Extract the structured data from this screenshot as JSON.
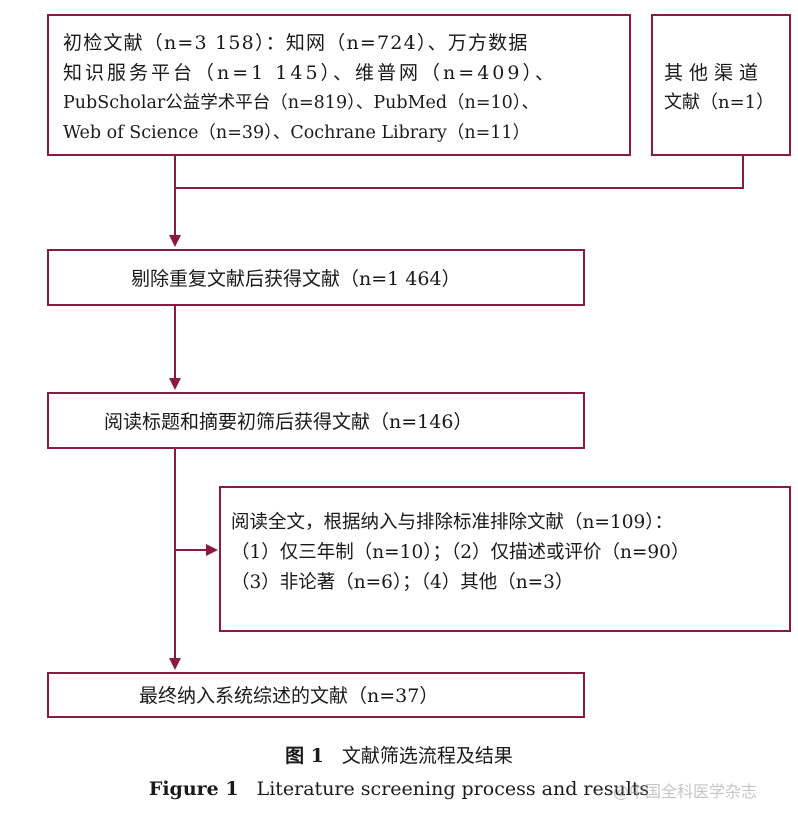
{
  "diagram": {
    "accent_color": "#8b1a3f",
    "boxes": {
      "initial_search": {
        "lines": [
          "初检文献（n=3 158）：知网（n=724）、万方数据",
          "知识服务平台（n=1 145）、维普网（n=409）、",
          "PubScholar公益学术平台（n=819）、PubMed（n=10）、",
          "Web of Science（n=39）、Cochrane Library（n=11）"
        ]
      },
      "other_sources": {
        "lines": [
          "其他渠道",
          "文献（n=1）"
        ]
      },
      "after_dedup": {
        "lines": [
          "剔除重复文献后获得文献（n=1 464）"
        ]
      },
      "after_title_abstract": {
        "lines": [
          "阅读标题和摘要初筛后获得文献（n=146）"
        ]
      },
      "excluded_fulltext": {
        "lines": [
          "阅读全文，根据纳入与排除标准排除文献（n=109）：",
          "（1）仅三年制（n=10）；（2）仅描述或评价（n=90）",
          "（3）非论著（n=6）；（4）其他（n=3）"
        ]
      },
      "final_included": {
        "lines": [
          "最终纳入系统综述的文献（n=37）"
        ]
      }
    }
  },
  "caption": {
    "cn_label": "图 1",
    "cn_title": "文献筛选流程及结果",
    "en_label": "Figure 1",
    "en_title": "Literature screening process and results"
  },
  "watermark": {
    "text": "@中国全科医学杂志"
  }
}
